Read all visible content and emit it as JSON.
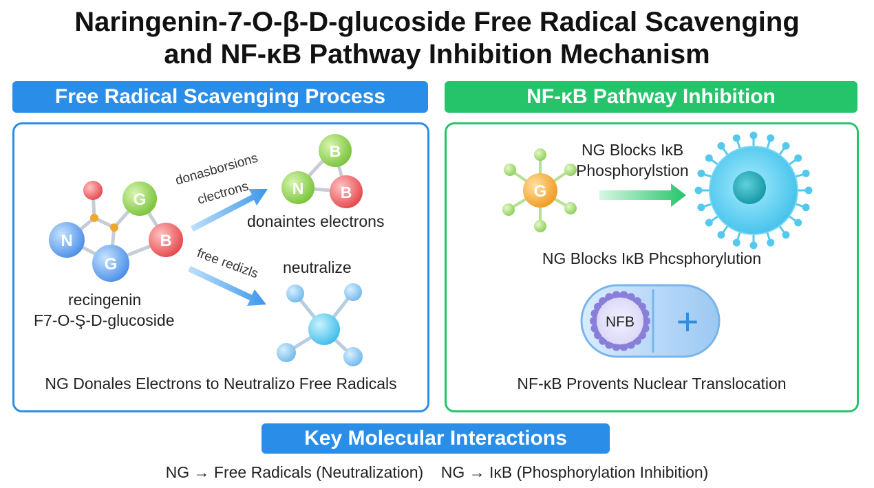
{
  "title": {
    "line1": "Naringenin-7-O-β-D-glucoside Free Radical Scavenging",
    "line2": "and NF-κB Pathway Inhibition Mechanism"
  },
  "left_panel": {
    "header": "Free Radical Scavenging Process",
    "molecule_label_1": "recingenin",
    "molecule_label_2": "F7-O-Ş-D-glucoside",
    "arrow1_label_1": "donasborsions",
    "arrow1_label_2": "clectrons",
    "donated_label": "donaintes electrons",
    "arrow2_label": "free redizls",
    "neutralize_label": "neutralize",
    "caption": "NG Donales Electrons to Neutralizo Free Radicals",
    "atoms": {
      "n": "N",
      "g": "G",
      "b": "B"
    }
  },
  "right_panel": {
    "header": "NF-κB Pathway Inhibition",
    "block_label_1": "NG Blocks IκB",
    "block_label_2": "Phosphorylstion",
    "block_caption": "NG Blocks IκB Phcsphorylution",
    "g_atom": "G",
    "nfb_label": "NFB",
    "plus_symbol": "+",
    "caption": "NF-κB Provents Nuclear Translocation"
  },
  "key": {
    "header": "Key Molecular Interactions",
    "text": "NG → Free Radicals (Neutralization)    NG → IκB (Phosphorylation Inhibition)"
  },
  "colors": {
    "blue": "#2a8de8",
    "green": "#25c46a",
    "atom_green": "#8fd24a",
    "atom_red": "#ef6464",
    "atom_blue": "#6aaaf0",
    "cell_cyan": "#4cc7ec",
    "orange": "#f3a62c"
  }
}
